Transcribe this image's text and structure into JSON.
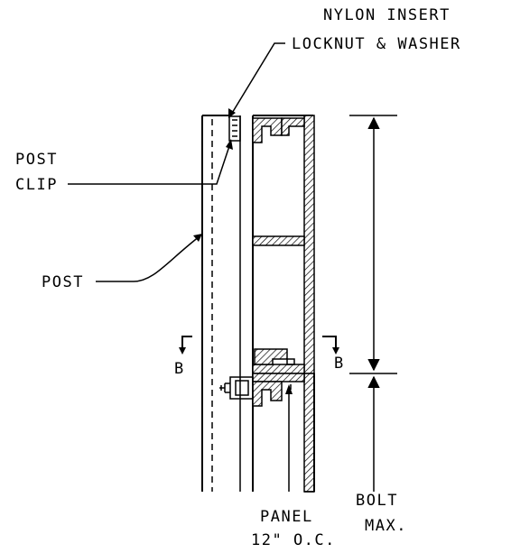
{
  "labels": {
    "nylon_insert": "NYLON INSERT",
    "locknut_washer": "LOCKNUT & WASHER",
    "post_clip_line1": "POST",
    "post_clip_line2": "CLIP",
    "post": "POST",
    "section_left": "B",
    "section_right": "B",
    "panel": "PANEL",
    "panel_spacing": "12\" O.C.",
    "bolt": "BOLT",
    "max": "MAX."
  },
  "colors": {
    "line": "#000000",
    "background": "#ffffff"
  }
}
